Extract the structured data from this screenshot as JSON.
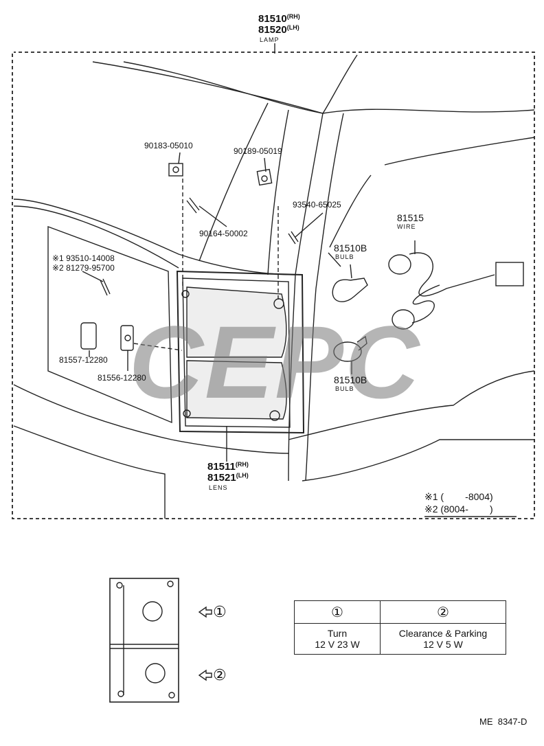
{
  "lamp": {
    "part_rh": "81510",
    "rh": "(RH)",
    "part_lh": "81520",
    "lh": "(LH)",
    "name": "LAMP"
  },
  "callouts": {
    "p1": "90183-05010",
    "p2": "90189-05019",
    "p3": "90164-50002",
    "p4": "93540-65025",
    "p5_mark": "※1",
    "p5": "93510-14008",
    "p6_mark": "※2",
    "p6": "81279-95700",
    "p7": "81557-12280",
    "p8": "81556-12280"
  },
  "wire": {
    "part": "81515",
    "name": "WIRE"
  },
  "bulb_top": {
    "part": "81510B",
    "name": "BULB"
  },
  "bulb_bottom": {
    "part": "81510B",
    "name": "BULB"
  },
  "lens": {
    "part_rh": "81511",
    "rh": "(RH)",
    "part_lh": "81521",
    "lh": "(LH)",
    "name": "LENS"
  },
  "notes": {
    "n1": "※1 (        -8004)",
    "n2": "※2 (8004-        )"
  },
  "watermark": "CEPC",
  "legend": {
    "pos1": "①",
    "pos2": "②"
  },
  "spec_table": {
    "col1_header": "①",
    "col2_header": "②",
    "col1_line1": "Turn",
    "col1_line2": "12 V 23 W",
    "col2_line1": "Clearance & Parking",
    "col2_line2": "12 V 5 W"
  },
  "doc_code": "ME  8347-D"
}
